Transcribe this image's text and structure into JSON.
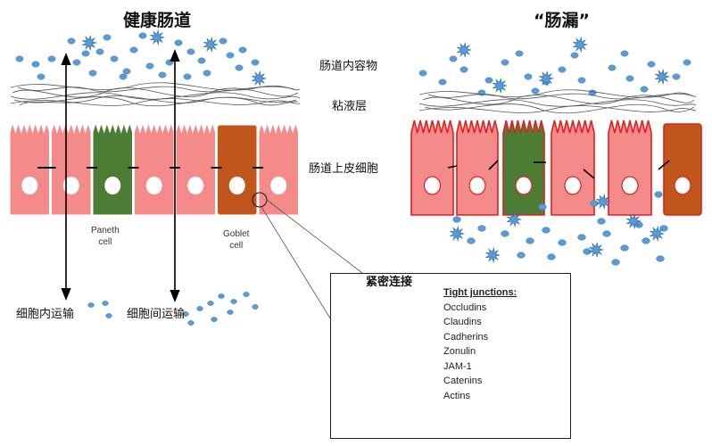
{
  "titles": {
    "healthy": "健康肠道",
    "leaky": "“肠漏”"
  },
  "layers": {
    "lumen": "肠道内容物",
    "mucus": "粘液层",
    "epithelium": "肠道上皮细胞"
  },
  "cells": {
    "paneth": [
      "Paneth",
      "cell"
    ],
    "goblet": [
      "Goblet",
      "cell"
    ]
  },
  "transport": {
    "transcellular": "细胞内运输",
    "paracellular": "细胞间运输"
  },
  "inset": {
    "title": "紧密连接",
    "heading": "Tight junctions:",
    "items": [
      "Occludins",
      "Claudins",
      "Cadherins",
      "Zonulin",
      "JAM-1",
      "Catenins",
      "Actins"
    ]
  },
  "colors": {
    "enterocyte": "#f48a8a",
    "paneth": "#4d7d35",
    "goblet": "#c0561b",
    "particle": "#5b9bd5",
    "tj_rope": "#b65a1d",
    "leaky_outline": "#e02020"
  }
}
